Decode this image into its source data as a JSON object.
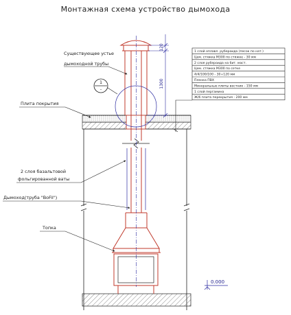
{
  "title": "Монтажная схема устройство дымохода",
  "labels": {
    "existing_mouth_line1": "Существующее устье",
    "existing_mouth_line2": "дымоходной трубы",
    "roof_slab": "Плита покрытия",
    "basalt_line1": "2 слоя базальтовой",
    "basalt_line2": "фольгированной ваты",
    "chimney_pipe": "Дымоход(труба \"BoFil\")",
    "firebox": "Топка"
  },
  "roof_layers": [
    "1 слой оплавл. рубероида (песок по нат.)",
    "Цем. стяжка М300 по стяжке - 30 мм",
    "2 слоя рубероида на бит. маст.",
    "Цем. стяжка М300 по сетке",
    "4/4/100/100 - 30+120 мм",
    "Пленка ПВХ",
    "Минеральные плиты вестник - 150 мм",
    "1 слой пергамина",
    "Ж/б плита перекрытия - 200 мм"
  ],
  "dimensions": {
    "cap_height": "120",
    "above_roof_height": "1300"
  },
  "level_mark": "0.000",
  "node_marker": {
    "top": "1",
    "bottom": "-"
  },
  "colors": {
    "pipe": "#c0392b",
    "lines": "#222222",
    "dimension": "#2a2aa0"
  }
}
